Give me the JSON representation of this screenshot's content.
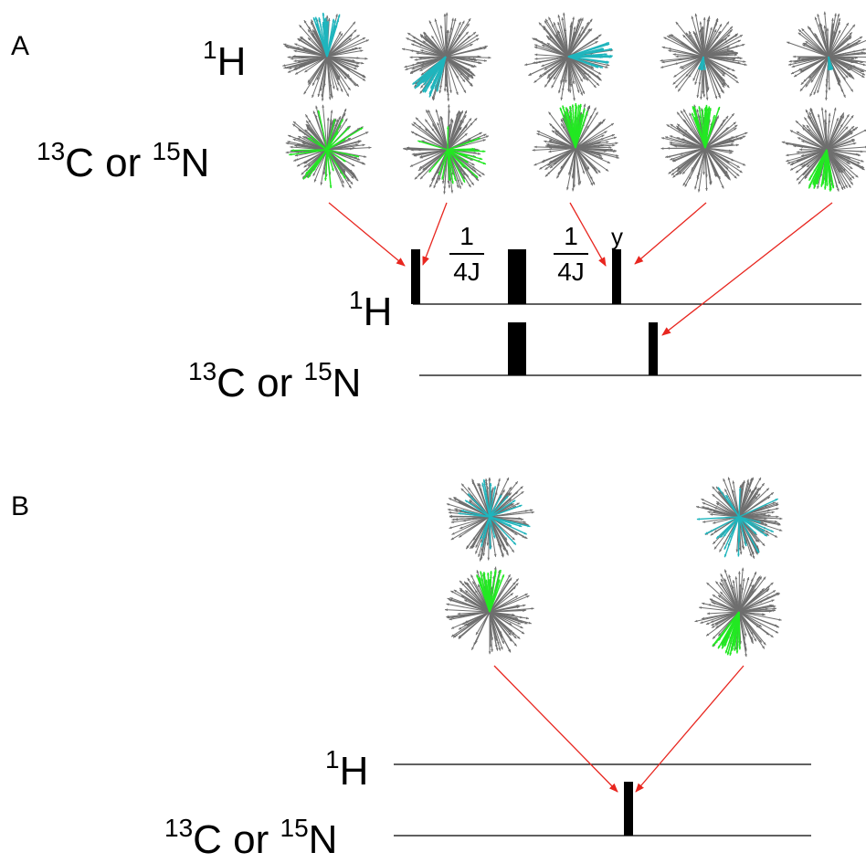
{
  "panel_a": {
    "label": "A",
    "row_h": {
      "sup": "1",
      "base": "H"
    },
    "row_x": {
      "sup1": "13",
      "base1": "C",
      "mid": " or ",
      "sup2": "15",
      "base2": "N"
    },
    "seq_h": {
      "sup": "1",
      "base": "H"
    },
    "seq_x": {
      "sup1": "13",
      "base1": "C",
      "mid": " or ",
      "sup2": "15",
      "base2": "N"
    },
    "delay1": {
      "num": "1",
      "den": "4J"
    },
    "delay2": {
      "num": "1",
      "den": "4J"
    },
    "phase": "y"
  },
  "panel_b": {
    "label": "B",
    "seq_h": {
      "sup": "1",
      "base": "H"
    },
    "seq_x": {
      "sup1": "13",
      "base1": "C",
      "mid": " or ",
      "sup2": "15",
      "base2": "N"
    }
  },
  "colors": {
    "vector": "#6e6e6e",
    "proton_highlight": "#1fb5bd",
    "hetero_highlight": "#22e822",
    "arrow": "#e8261f",
    "pulse": "#000000",
    "line": "#000000"
  },
  "icons": [
    "vector-ensemble-icon",
    "arrow-icon",
    "pulse-icon"
  ]
}
